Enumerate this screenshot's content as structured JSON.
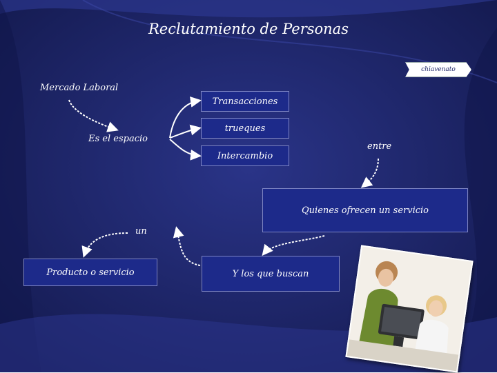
{
  "title": "Reclutamiento de Personas",
  "badge": "chiavenato",
  "labels": {
    "mercado": "Mercado Laboral",
    "espacio": "Es el espacio",
    "entre": "entre",
    "un": "un"
  },
  "boxes": {
    "transacciones": "Transacciones",
    "trueques": "trueques",
    "intercambio": "Intercambio",
    "ofrecen": "Quienes ofrecen un servicio",
    "producto": "Producto o servicio",
    "buscan": "Y los que buscan"
  },
  "colors": {
    "background": "#1b2160",
    "box_fill": "#1d2a8a",
    "box_border": "#7f86c4",
    "text": "#ffffff"
  }
}
